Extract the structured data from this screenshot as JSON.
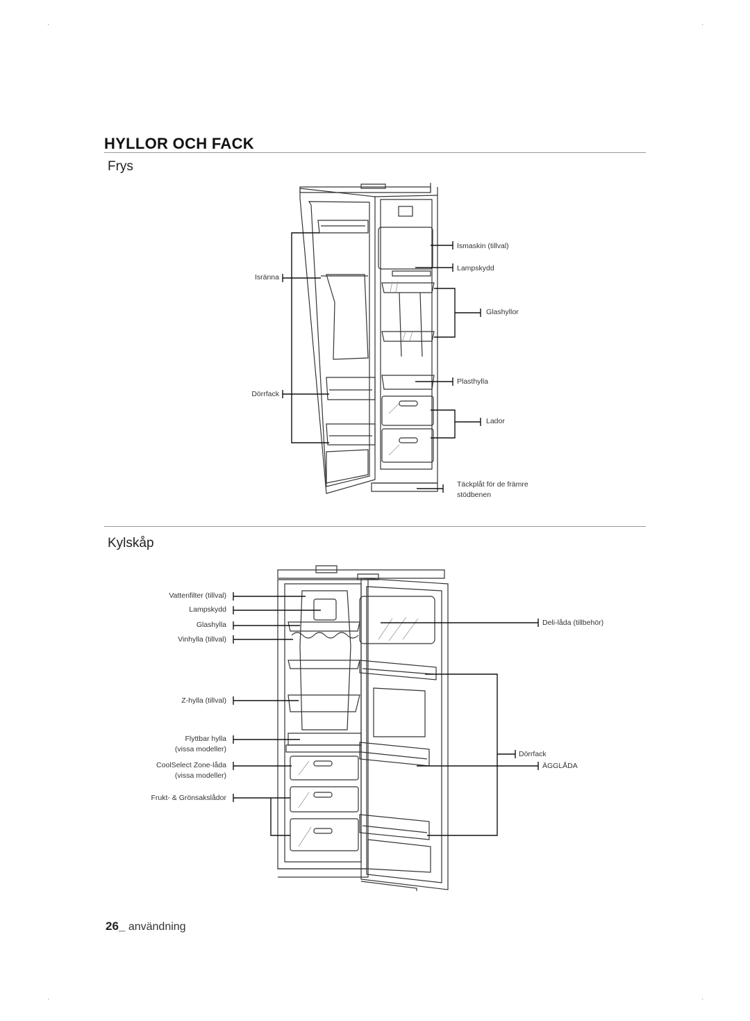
{
  "header": {
    "title": "HYLLOR OCH FACK"
  },
  "freezer": {
    "title": "Frys",
    "labels": {
      "ice_chute": "Isränna",
      "door_bins": "Dörrfack",
      "ice_maker": "Ismaskin (tillval)",
      "lamp_cover": "Lampskydd",
      "glass_shelves": "Glashyllor",
      "plastic_shelf": "Plasthylla",
      "drawers": "Lador",
      "cover_line1": "Täckplåt för de främre",
      "cover_line2": "stödbenen"
    }
  },
  "fridge": {
    "title": "Kylskåp",
    "labels": {
      "water_filter": "Vattenfilter (tillval)",
      "lamp_cover": "Lampskydd",
      "glass_shelf": "Glashylla",
      "wine_shelf": "Vinhylla (tillval)",
      "z_shelf": "Z-hylla (tillval)",
      "movable_shelf_line1": "Flyttbar hylla",
      "movable_shelf_line2": "(vissa modeller)",
      "coolselect_line1": "CoolSelect Zone-låda",
      "coolselect_line2": "(vissa modeller)",
      "crispers": "Frukt- & Grönsakslådor",
      "deli_drawer": "Deli-låda (tillbehör)",
      "door_bins": "Dörrfack",
      "egg_box": "ÄGGLÅDA"
    }
  },
  "footer": {
    "page_number": "26_",
    "section": "användning"
  }
}
